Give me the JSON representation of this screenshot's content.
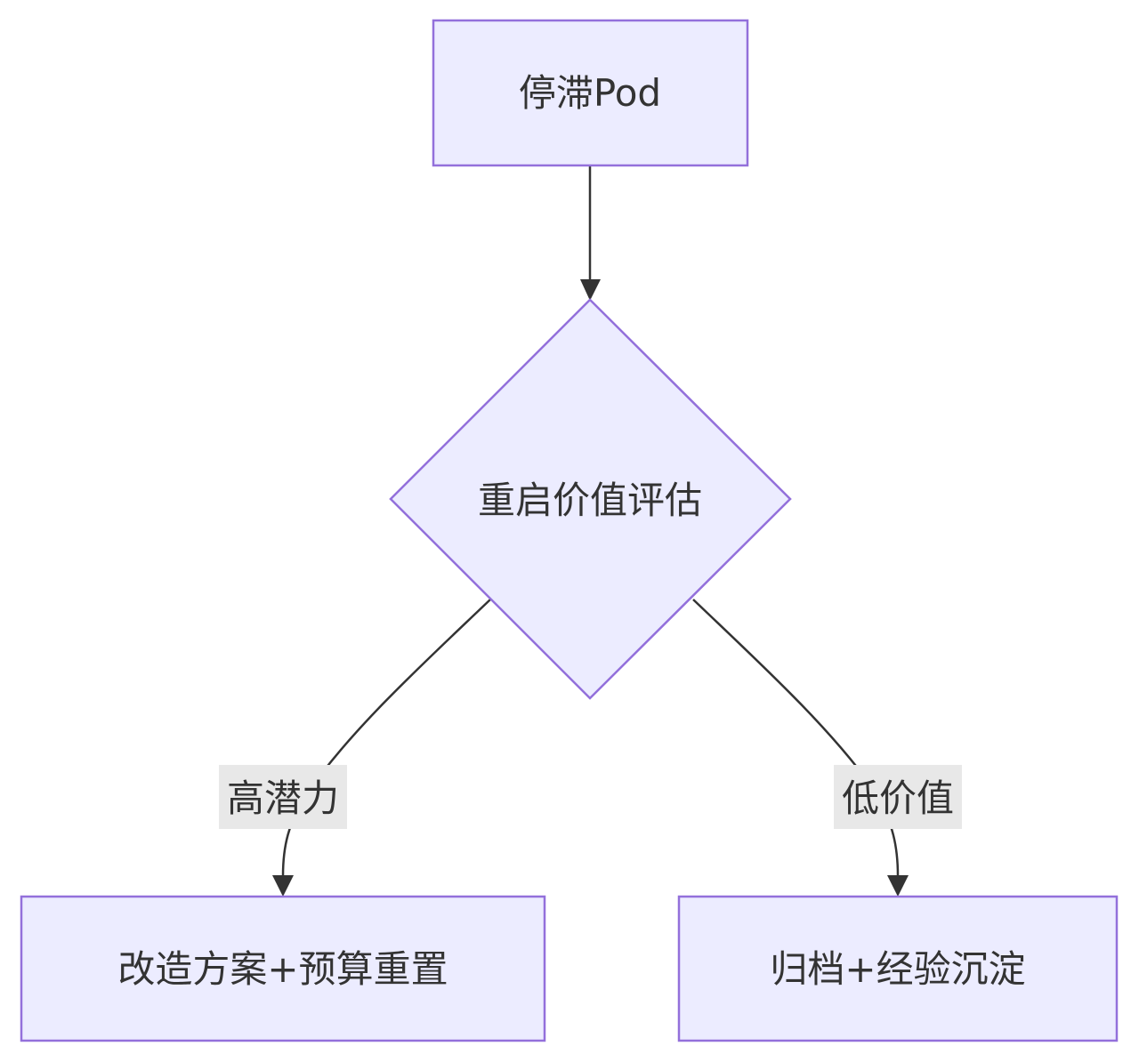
{
  "diagram": {
    "type": "flowchart",
    "direction": "top-down",
    "colors": {
      "node_fill": "#ECECFF",
      "node_stroke": "#9370DB",
      "edge": "#333333",
      "label_bg": "#E8E8E8",
      "text": "#333333"
    },
    "nodes": {
      "start": {
        "label": "停滞Pod",
        "shape": "rectangle"
      },
      "decision": {
        "label": "重启价值评估",
        "shape": "diamond"
      },
      "left": {
        "label": "改造方案+预算重置",
        "shape": "rectangle"
      },
      "right": {
        "label": "归档+经验沉淀",
        "shape": "rectangle"
      }
    },
    "edges": [
      {
        "from": "start",
        "to": "decision",
        "label": ""
      },
      {
        "from": "decision",
        "to": "left",
        "label": "高潜力"
      },
      {
        "from": "decision",
        "to": "right",
        "label": "低价值"
      }
    ]
  }
}
